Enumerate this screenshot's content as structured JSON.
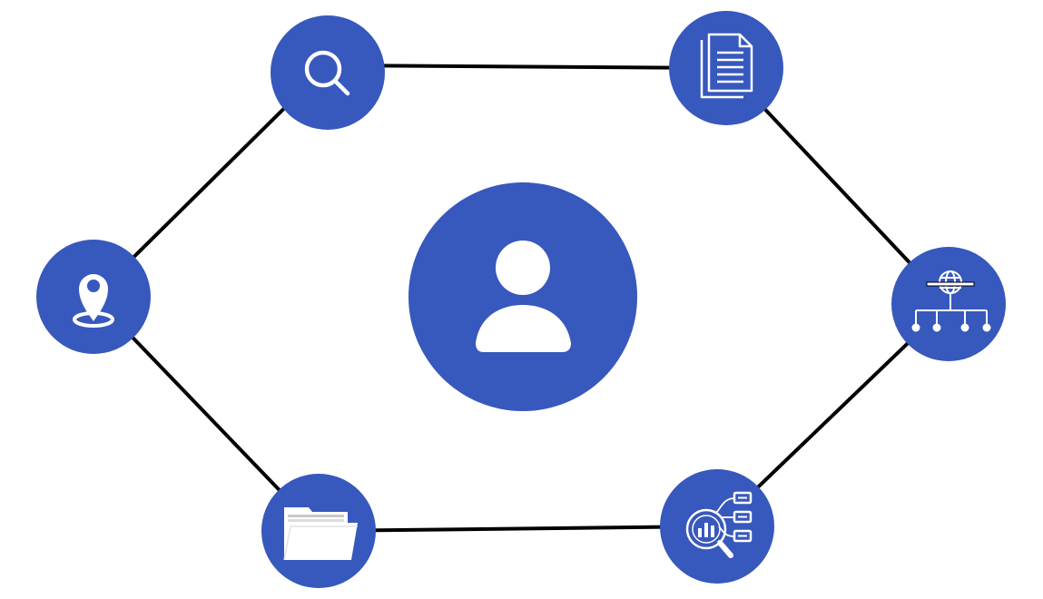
{
  "diagram": {
    "colors": {
      "node_fill": "#3758bd",
      "icon": "#ffffff",
      "edge": "#000000",
      "background": "#ffffff"
    },
    "center": {
      "icon": "user-icon"
    },
    "nodes": [
      {
        "id": "search",
        "icon": "search-icon"
      },
      {
        "id": "document",
        "icon": "document-icon"
      },
      {
        "id": "network",
        "icon": "globe-network-icon"
      },
      {
        "id": "analytics",
        "icon": "analytics-magnifier-icon"
      },
      {
        "id": "folder",
        "icon": "folder-icon"
      },
      {
        "id": "location",
        "icon": "location-pin-icon"
      }
    ],
    "edges": [
      [
        "search",
        "document"
      ],
      [
        "document",
        "network"
      ],
      [
        "network",
        "analytics"
      ],
      [
        "analytics",
        "folder"
      ],
      [
        "folder",
        "location"
      ],
      [
        "location",
        "search"
      ]
    ]
  }
}
